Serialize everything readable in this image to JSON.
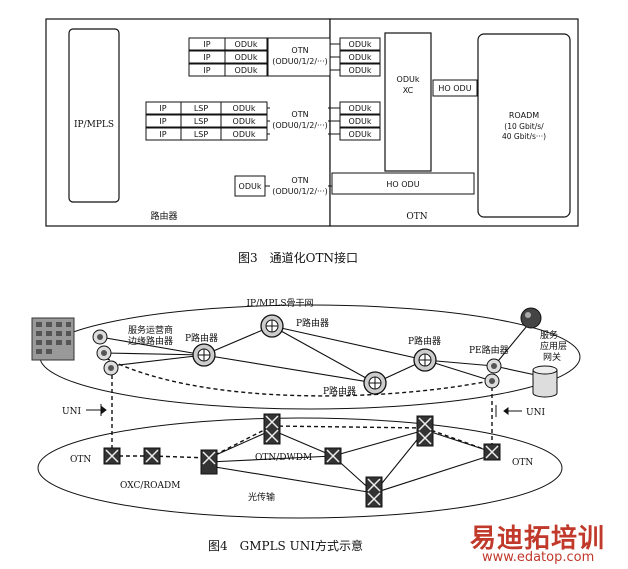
{
  "fig3": {
    "caption": "图3　通道化OTN接口",
    "ipmpls": "IP/MPLS",
    "router": "路由器",
    "otn_title": "OTN",
    "ip": "IP",
    "lsp": "LSP",
    "oduk": "ODUk",
    "otn_line1": "OTN",
    "otn_line2": "(ODU0/1/2/···)",
    "xc_line1": "ODUk",
    "xc_line2": "XC",
    "ho_odu": "HO ODU",
    "roadm_line1": "ROADM",
    "roadm_line2": "(10 Gbit/s/",
    "roadm_line3": "40 Gbit/s···)"
  },
  "fig4": {
    "caption": "图4　GMPLS UNI方式示意",
    "backbone": "IP/MPLS骨干网",
    "operator_edge_1": "服务运营商",
    "operator_edge_2": "边缘路由器",
    "p_router": "P路由器",
    "pe_router": "PE路由器",
    "svc_gw_1": "服务",
    "svc_gw_2": "应用层",
    "svc_gw_3": "网关",
    "uni": "UNI",
    "otn": "OTN",
    "otn_dwdm": "OTN/DWDM",
    "oxc_roadm": "OXC/ROADM",
    "optical": "光传输"
  },
  "watermark": {
    "brand": "易迪拓培训",
    "url": "www.edatop.com"
  }
}
